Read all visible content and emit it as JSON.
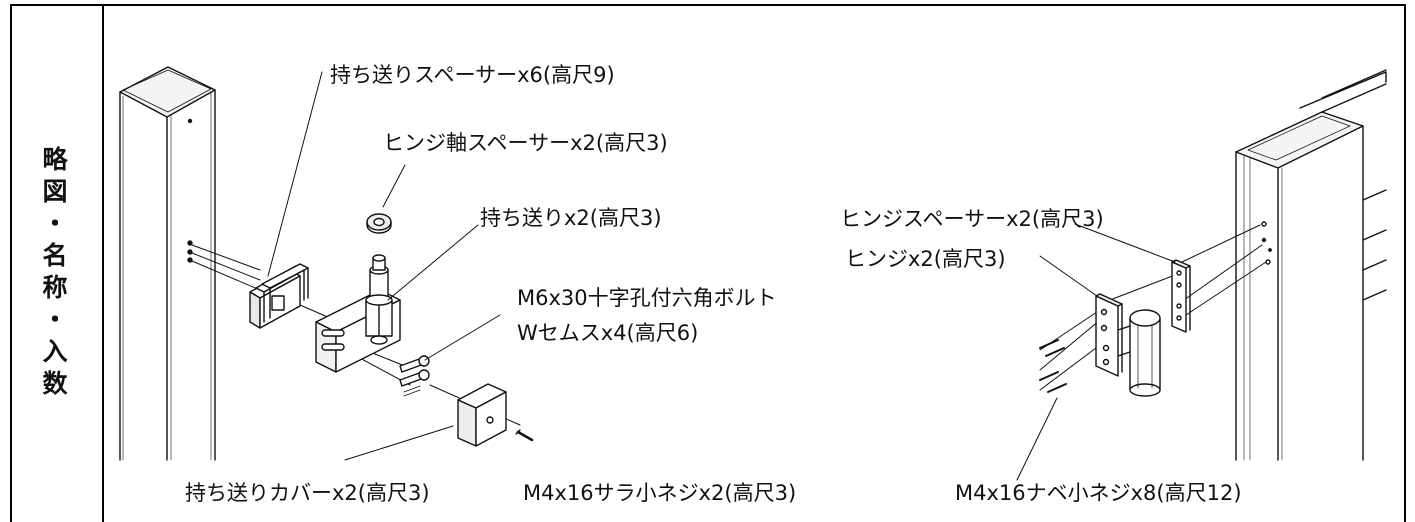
{
  "section_title_chars": [
    "略",
    "図",
    "・",
    "名",
    "称",
    "・",
    "入",
    "数"
  ],
  "labels": {
    "lifting_spacer": "持ち送りスペーサーx6(高尺9)",
    "hinge_shaft_spacer": "ヒンジ軸スペーサーx2(高尺3)",
    "lifting_bracket": "持ち送りx2(高尺3)",
    "bolt_line1": "M6x30十字孔付六角ボルト",
    "bolt_line2": "Wセムスx4(高尺6)",
    "lifting_cover": "持ち送りカバーx2(高尺3)",
    "countersunk_screw": "M4x16サラ小ネジx2(高尺3)",
    "hinge_spacer": "ヒンジスペーサーx2(高尺3)",
    "hinge": "ヒンジx2(高尺3)",
    "pan_screw": "M4x16ナベ小ネジx8(高尺12)"
  }
}
